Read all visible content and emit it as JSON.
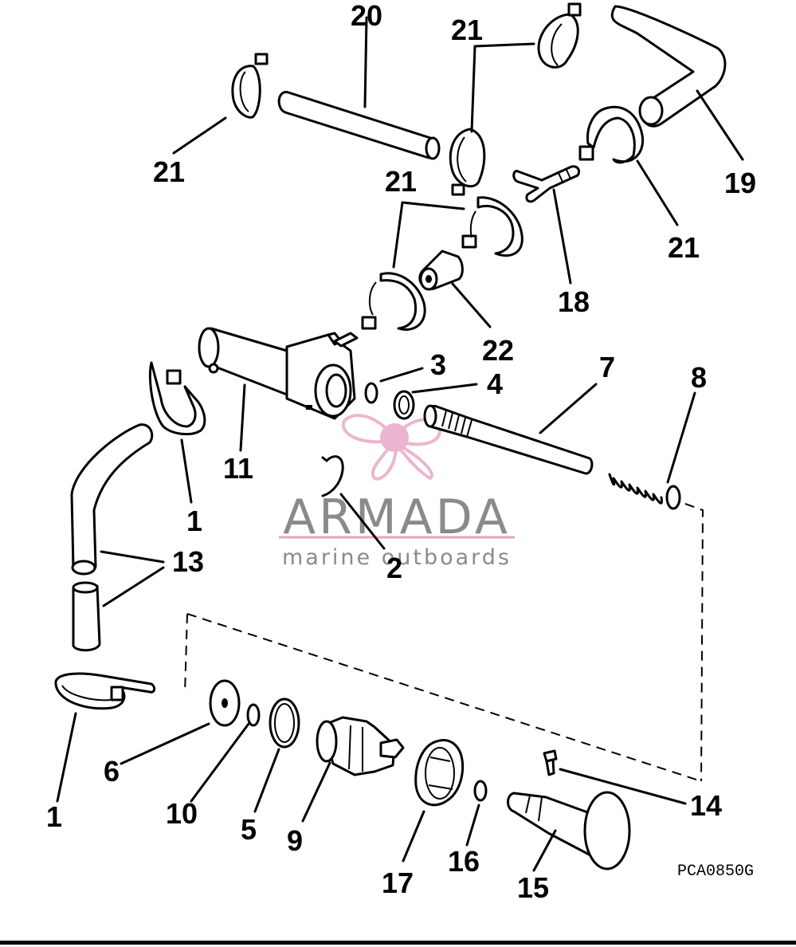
{
  "diagram": {
    "code": "PCA0850G",
    "labels": {
      "l1a": "1",
      "l1b": "1",
      "l2": "2",
      "l3": "3",
      "l4": "4",
      "l5": "5",
      "l6": "6",
      "l7": "7",
      "l8": "8",
      "l9": "9",
      "l10": "10",
      "l11": "11",
      "l13": "13",
      "l14": "14",
      "l15": "15",
      "l16": "16",
      "l17": "17",
      "l18": "18",
      "l19": "19",
      "l20": "20",
      "l21a": "21",
      "l21b": "21",
      "l21c": "21",
      "l21d": "21",
      "l22": "22"
    }
  },
  "watermark": {
    "brand": "ARMADA",
    "tagline": "marine outboards",
    "color": "#e8a3c4"
  }
}
